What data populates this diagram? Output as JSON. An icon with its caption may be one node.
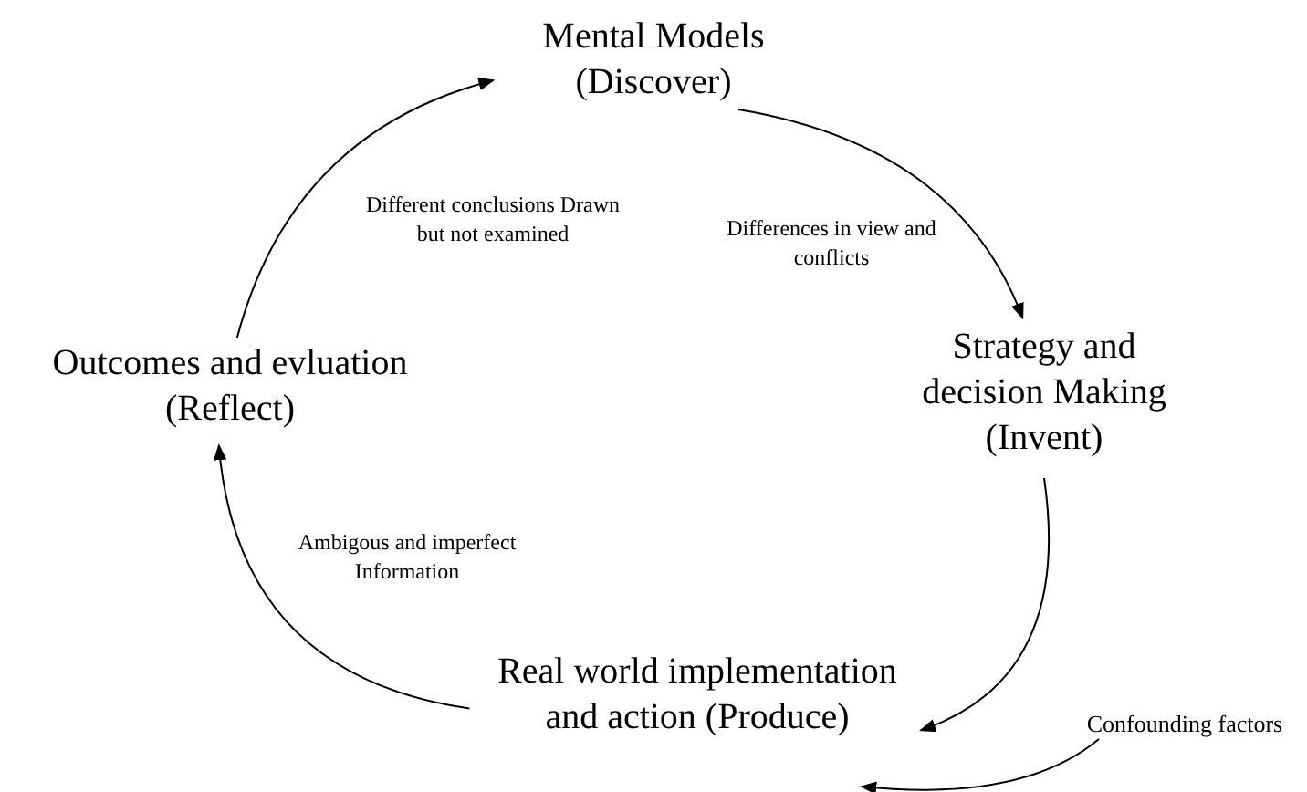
{
  "diagram": {
    "nodes": [
      {
        "text": [
          "Mental Models (Discover)"
        ]
      },
      {
        "text": [
          "Strategy and decision Making (Invent)"
        ]
      },
      {
        "text": [
          "Real world implementation and action (Produce)"
        ]
      },
      {
        "text": [
          "Outcomes and evluation (Reflect)"
        ]
      },
      {
        "text": [
          "Confounding factors"
        ]
      }
    ],
    "edges": [
      {
        "from": 0,
        "to": 1,
        "arrow": "to",
        "label": "Differences in view and conflicts"
      },
      {
        "from": 1,
        "to": 2,
        "arrow": "to"
      },
      {
        "from": 2,
        "to": 3,
        "arrow": "to",
        "label": "Ambigous and imperfect Information"
      },
      {
        "from": 3,
        "to": 0,
        "arrow": "to",
        "label": "Different conclusions Drawn but not examined"
      },
      {
        "from": 4,
        "to": 2,
        "arrow": "to"
      }
    ]
  }
}
